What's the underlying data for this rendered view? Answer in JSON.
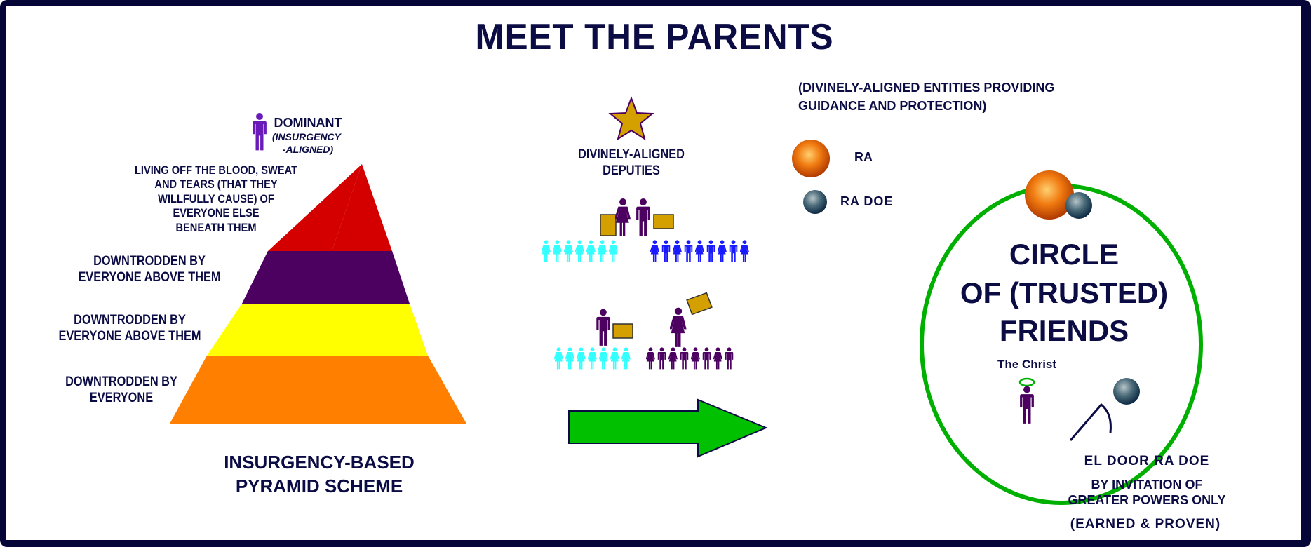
{
  "title": "MEET THE PARENTS",
  "pyramid": {
    "dominant_label": "DOMINANT",
    "dominant_sub1": "(INSURGENCY",
    "dominant_sub2": "-ALIGNED)",
    "top_label": [
      "LIVING OFF THE BLOOD, SWEAT",
      "AND TEARS  (THAT THEY",
      "WILLFULLY CAUSE) OF",
      "EVERYONE ELSE",
      "BENEATH THEM"
    ],
    "tier2_label": [
      "DOWNTRODDEN BY",
      "EVERYONE ABOVE THEM"
    ],
    "tier3_label": [
      "DOWNTRODDEN BY",
      "EVERYONE ABOVE THEM"
    ],
    "tier4_label": [
      "DOWNTRODDEN BY",
      "EVERYONE"
    ],
    "caption": [
      "INSURGENCY-BASED",
      "PYRAMID SCHEME"
    ],
    "colors": {
      "red": "#d40000",
      "purple": "#4c0060",
      "yellow": "#ffff00",
      "orange": "#ff8000"
    }
  },
  "deputies": {
    "label": [
      "DIVINELY-ALIGNED",
      "DEPUTIES"
    ],
    "colors": {
      "star": "#d4a000",
      "cyan": "#33ffff",
      "blue": "#1a1aff",
      "purple": "#4c0060"
    }
  },
  "entities": {
    "header": [
      "(DIVINELY-ALIGNED ENTITIES PROVIDING",
      "GUIDANCE AND PROTECTION)"
    ],
    "ra": "RA",
    "ra_doe": "RA DOE"
  },
  "circle": {
    "title": [
      "CIRCLE",
      "OF (TRUSTED)",
      "FRIENDS"
    ],
    "christ": "The Christ",
    "color": "#00b000"
  },
  "door": {
    "label": "EL DOOR RA DOE",
    "note": [
      "BY INVITATION OF",
      "GREATER POWERS ONLY"
    ],
    "note2": "(EARNED & PROVEN)"
  }
}
